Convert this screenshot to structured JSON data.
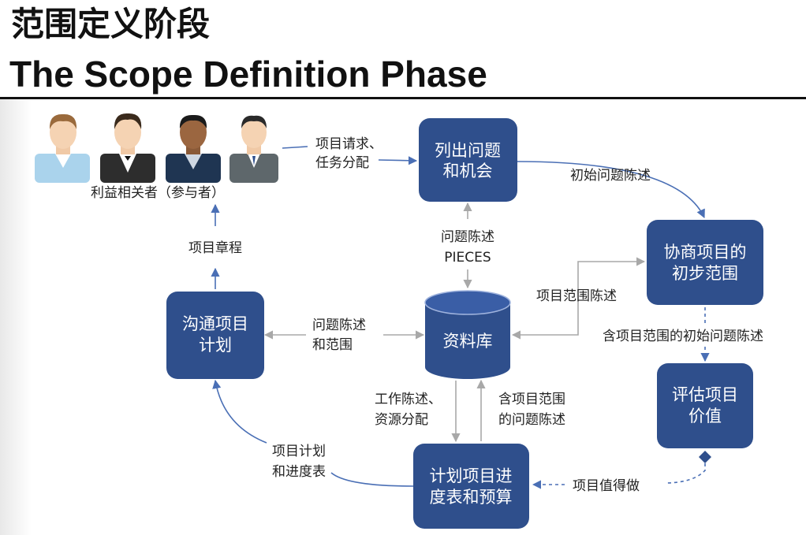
{
  "title": {
    "chinese": "范围定义阶段",
    "english": "The Scope Definition Phase"
  },
  "nodes": {
    "stakeholders": "利益相关者（参与者）",
    "list_problems": [
      "列出问题",
      "和机会"
    ],
    "negotiate_scope": [
      "协商项目的",
      "初步范围"
    ],
    "communicate_plan": [
      "沟通项目",
      "计划"
    ],
    "repository": "资料库",
    "assess_value": [
      "评估项目",
      "价值"
    ],
    "plan_schedule": [
      "计划项目进",
      "度表和预算"
    ]
  },
  "edge_labels": {
    "project_request": [
      "项目请求、",
      "任务分配"
    ],
    "initial_problem_statement": "初始问题陈述",
    "problem_statement_pieces": [
      "问题陈述",
      "PIECES"
    ],
    "project_charter": "项目章程",
    "scope_statement": "项目范围陈述",
    "problem_and_scope": [
      "问题陈述",
      "和范围"
    ],
    "initial_problem_with_scope": "含项目范围的初始问题陈述",
    "work_and_resources": [
      "工作陈述、",
      "资源分配"
    ],
    "problem_with_scope": [
      "含项目范围",
      "的问题陈述"
    ],
    "plan_and_schedule": [
      "项目计划",
      "和进度表"
    ],
    "worth_doing": "项目值得做"
  },
  "colors": {
    "node_fill": "#2f4f8c",
    "flow_arrow": "#4a6fb5",
    "data_arrow": "#a8a8a8",
    "title_rule": "#111111"
  }
}
